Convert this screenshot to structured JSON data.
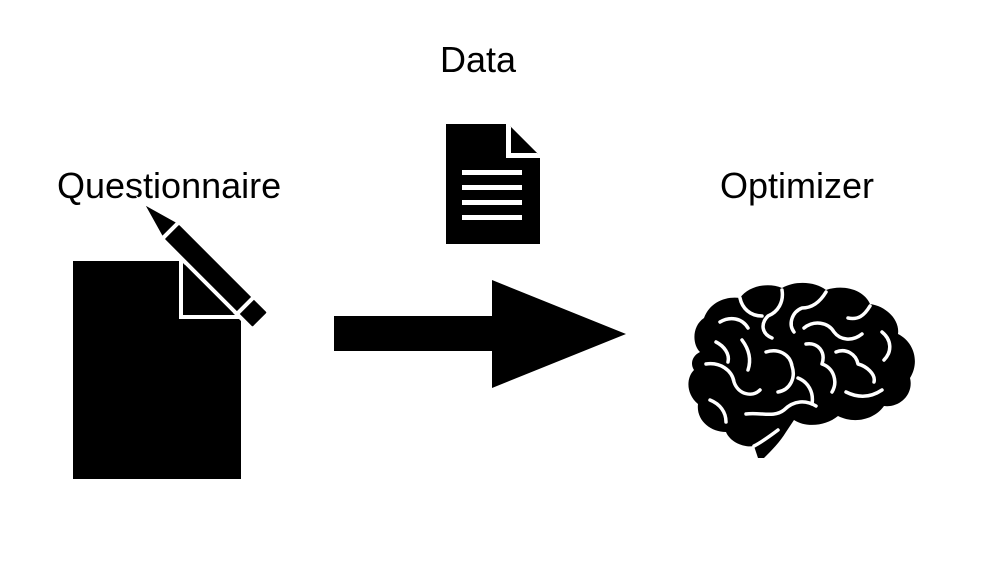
{
  "labels": {
    "data": "Data",
    "questionnaire": "Questionnaire",
    "optimizer": "Optimizer"
  },
  "icons": {
    "data": "document-icon",
    "questionnaire": "document-with-pencil-icon",
    "flow": "arrow-right-icon",
    "optimizer": "brain-icon"
  },
  "colors": {
    "foreground": "#000000",
    "background": "#ffffff"
  }
}
